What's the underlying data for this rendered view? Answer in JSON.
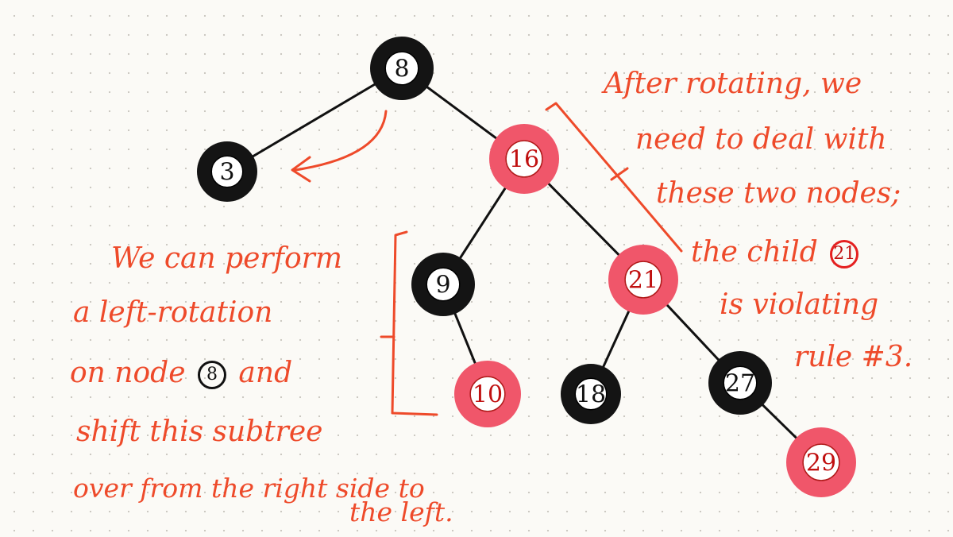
{
  "colors": {
    "black_node": "#141414",
    "red_node": "#f0566a",
    "ink": "#ee4a2a",
    "edge": "#111111"
  },
  "nodes": [
    {
      "id": "n8",
      "label": "8",
      "color": "black"
    },
    {
      "id": "n3",
      "label": "3",
      "color": "black"
    },
    {
      "id": "n16",
      "label": "16",
      "color": "red"
    },
    {
      "id": "n9",
      "label": "9",
      "color": "black"
    },
    {
      "id": "n21",
      "label": "21",
      "color": "red"
    },
    {
      "id": "n10",
      "label": "10",
      "color": "red"
    },
    {
      "id": "n18",
      "label": "18",
      "color": "black"
    },
    {
      "id": "n27",
      "label": "27",
      "color": "black"
    },
    {
      "id": "n29",
      "label": "29",
      "color": "red"
    }
  ],
  "edges": [
    [
      "n8",
      "n3"
    ],
    [
      "n8",
      "n16"
    ],
    [
      "n16",
      "n9"
    ],
    [
      "n16",
      "n21"
    ],
    [
      "n9",
      "n10"
    ],
    [
      "n21",
      "n18"
    ],
    [
      "n21",
      "n27"
    ],
    [
      "n27",
      "n29"
    ]
  ],
  "left_note": {
    "line1": "We can perform",
    "line2": "a left-rotation",
    "line3_pre": "on node",
    "line3_node": "8",
    "line3_post": "and",
    "line4": "shift this subtree",
    "line5": "over from the right side to",
    "line6": "the left."
  },
  "right_note": {
    "line1": "After rotating, we",
    "line2": "need to deal with",
    "line3": "these two nodes;",
    "line4_pre": "the child",
    "line4_node": "21",
    "line5": "is violating",
    "line6": "rule #3."
  }
}
